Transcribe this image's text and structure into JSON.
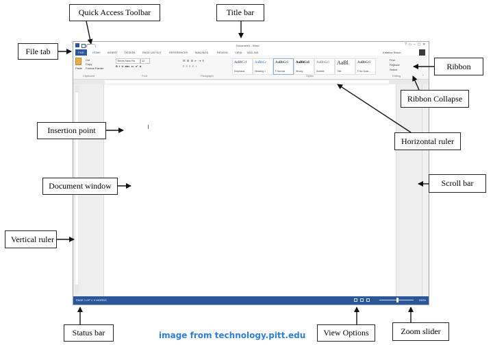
{
  "labels": {
    "quick_access_toolbar": "Quick Access Toolbar",
    "title_bar": "Title bar",
    "file_tab": "File tab",
    "ribbon": "Ribbon",
    "ribbon_collapse": "Ribbon Collapse",
    "insertion_point": "Insertion point",
    "horizontal_ruler": "Horizontal ruler",
    "document_window": "Document window",
    "scroll_bar": "Scroll bar",
    "vertical_ruler": "Vertical ruler",
    "status_bar": "Status bar",
    "view_options": "View Options",
    "zoom_slider": "Zoom slider"
  },
  "credit": "image from technology.pitt.edu",
  "word_window": {
    "title": "Document1 - Word",
    "user": "Katalina Ricker",
    "file_tab": "FILE",
    "tabs": [
      "HOME",
      "INSERT",
      "DESIGN",
      "PAGE LAYOUT",
      "REFERENCES",
      "MAILINGS",
      "REVIEW",
      "VIEW",
      "ADD-INS"
    ],
    "clipboard": {
      "paste": "Paste",
      "cut": "Cut",
      "copy": "Copy",
      "format_painter": "Format Painter"
    },
    "font": {
      "name": "Times New Ro",
      "size": "12"
    },
    "groups": [
      "Clipboard",
      "Font",
      "Paragraph",
      "Styles",
      "Editing"
    ],
    "styles": [
      {
        "preview": "AaBbCcI",
        "name": "Emphasis"
      },
      {
        "preview": "AaBbCc",
        "name": "Heading 1"
      },
      {
        "preview": "AaBbCcI",
        "name": "¶ Normal"
      },
      {
        "preview": "AaBbCcI",
        "name": "Strong"
      },
      {
        "preview": "AaBbCcI",
        "name": "Subtitle"
      },
      {
        "preview": "AaBl",
        "name": "Title"
      },
      {
        "preview": "AaBbCcI",
        "name": "¶ No Spac..."
      }
    ],
    "editing": {
      "find": "Find",
      "replace": "Replace",
      "select": "Select"
    },
    "status": {
      "page": "PAGE 1 OF 1",
      "words": "0 WORDS",
      "zoom": "100%"
    }
  },
  "colors": {
    "word_blue": "#2b579a",
    "credit_blue": "#2f7fd1"
  }
}
